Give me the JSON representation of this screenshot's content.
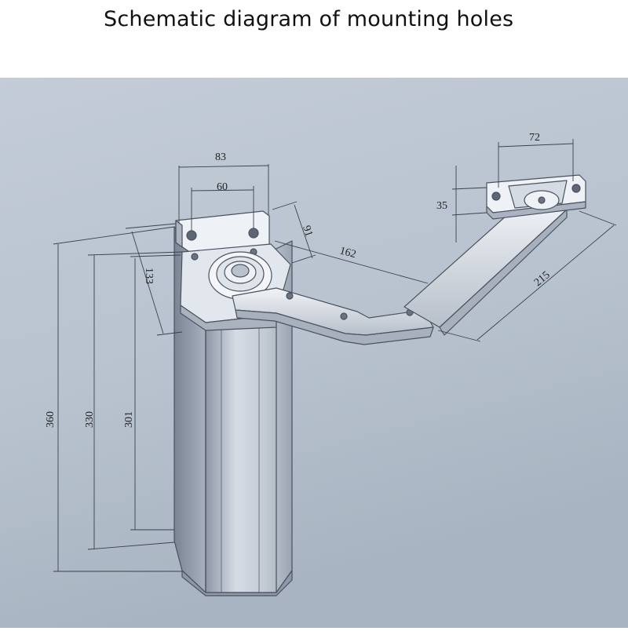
{
  "caption": "Schematic diagram of mounting holes",
  "dimensions": {
    "bracket_width": "83",
    "bracket_hole_spacing": "60",
    "bracket_depth": "91",
    "top_offset": "133",
    "height_total": "360",
    "height_body": "330",
    "height_lower": "301",
    "main_arm": "162",
    "second_arm": "215",
    "plate_width": "72",
    "plate_height": "35"
  },
  "colors": {
    "background_top": "#c7d0da",
    "background_bottom": "#a9b5c2",
    "metal_light": "#eef1f5",
    "metal_mid": "#c9d0d9",
    "metal_dark": "#7e8896",
    "line": "#4a5260"
  }
}
